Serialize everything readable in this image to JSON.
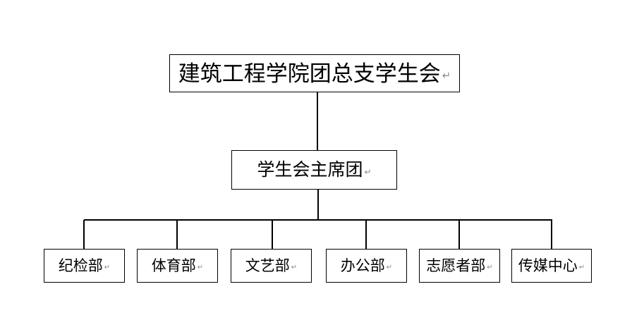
{
  "org": {
    "root": {
      "label": "建筑工程学院团总支学生会"
    },
    "presidium": {
      "label": "学生会主席团"
    },
    "departments": [
      {
        "label": "纪检部"
      },
      {
        "label": "体育部"
      },
      {
        "label": "文艺部"
      },
      {
        "label": "办公部"
      },
      {
        "label": "志愿者部"
      },
      {
        "label": "传媒中心"
      }
    ],
    "paragraph_mark": "↵",
    "colors": {
      "background": "#ffffff",
      "box_border": "#000000",
      "connector": "#000000",
      "text": "#000000",
      "paragraph_mark_color": "#8c8c8c"
    }
  }
}
